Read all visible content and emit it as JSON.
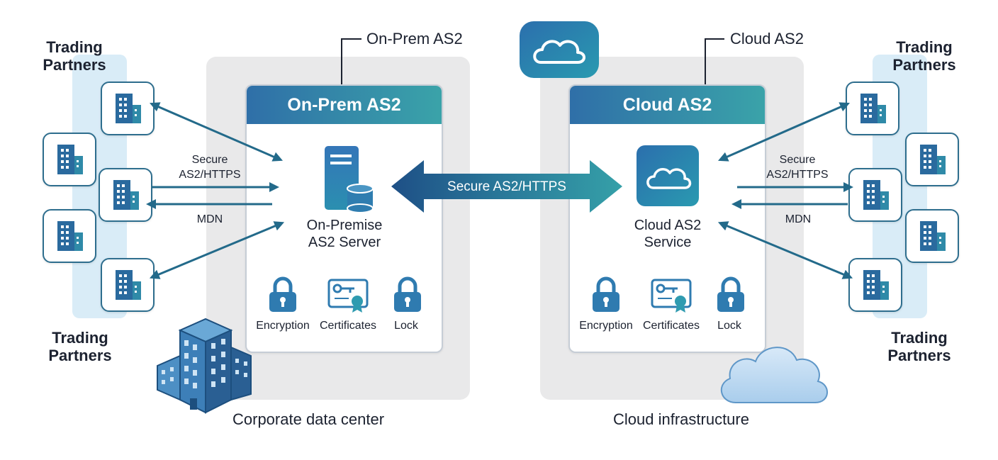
{
  "left_side": {
    "callout_title": "On-Prem AS2",
    "card_title": "On-Prem AS2",
    "server_label_line1": "On-Premise",
    "server_label_line2": "AS2 Server",
    "footer_label": "Corporate data center",
    "partners_top_line1": "Trading",
    "partners_top_line2": "Partners",
    "partners_bottom_line1": "Trading",
    "partners_bottom_line2": "Partners",
    "secure_line1": "Secure",
    "secure_line2": "AS2/HTTPS",
    "mdn": "MDN",
    "icons": [
      "Encryption",
      "Certificates",
      "Lock"
    ]
  },
  "right_side": {
    "callout_title": "Cloud AS2",
    "card_title": "Cloud AS2",
    "service_label_line1": "Cloud AS2",
    "service_label_line2": "Service",
    "footer_label": "Cloud infrastructure",
    "partners_top_line1": "Trading",
    "partners_top_line2": "Partners",
    "partners_bottom_line1": "Trading",
    "partners_bottom_line2": "Partners",
    "secure_line1": "Secure",
    "secure_line2": "AS2/HTTPS",
    "mdn": "MDN",
    "icons": [
      "Encryption",
      "Certificates",
      "Lock"
    ]
  },
  "center_link": "Secure AS2/HTTPS",
  "colors": {
    "header_gradient_start": "#2f6fa8",
    "header_gradient_end": "#3aa3a9",
    "partner_strip": "#d9ecf7",
    "panel_gray": "#e9e9ea",
    "arrow": "#236a8a"
  }
}
